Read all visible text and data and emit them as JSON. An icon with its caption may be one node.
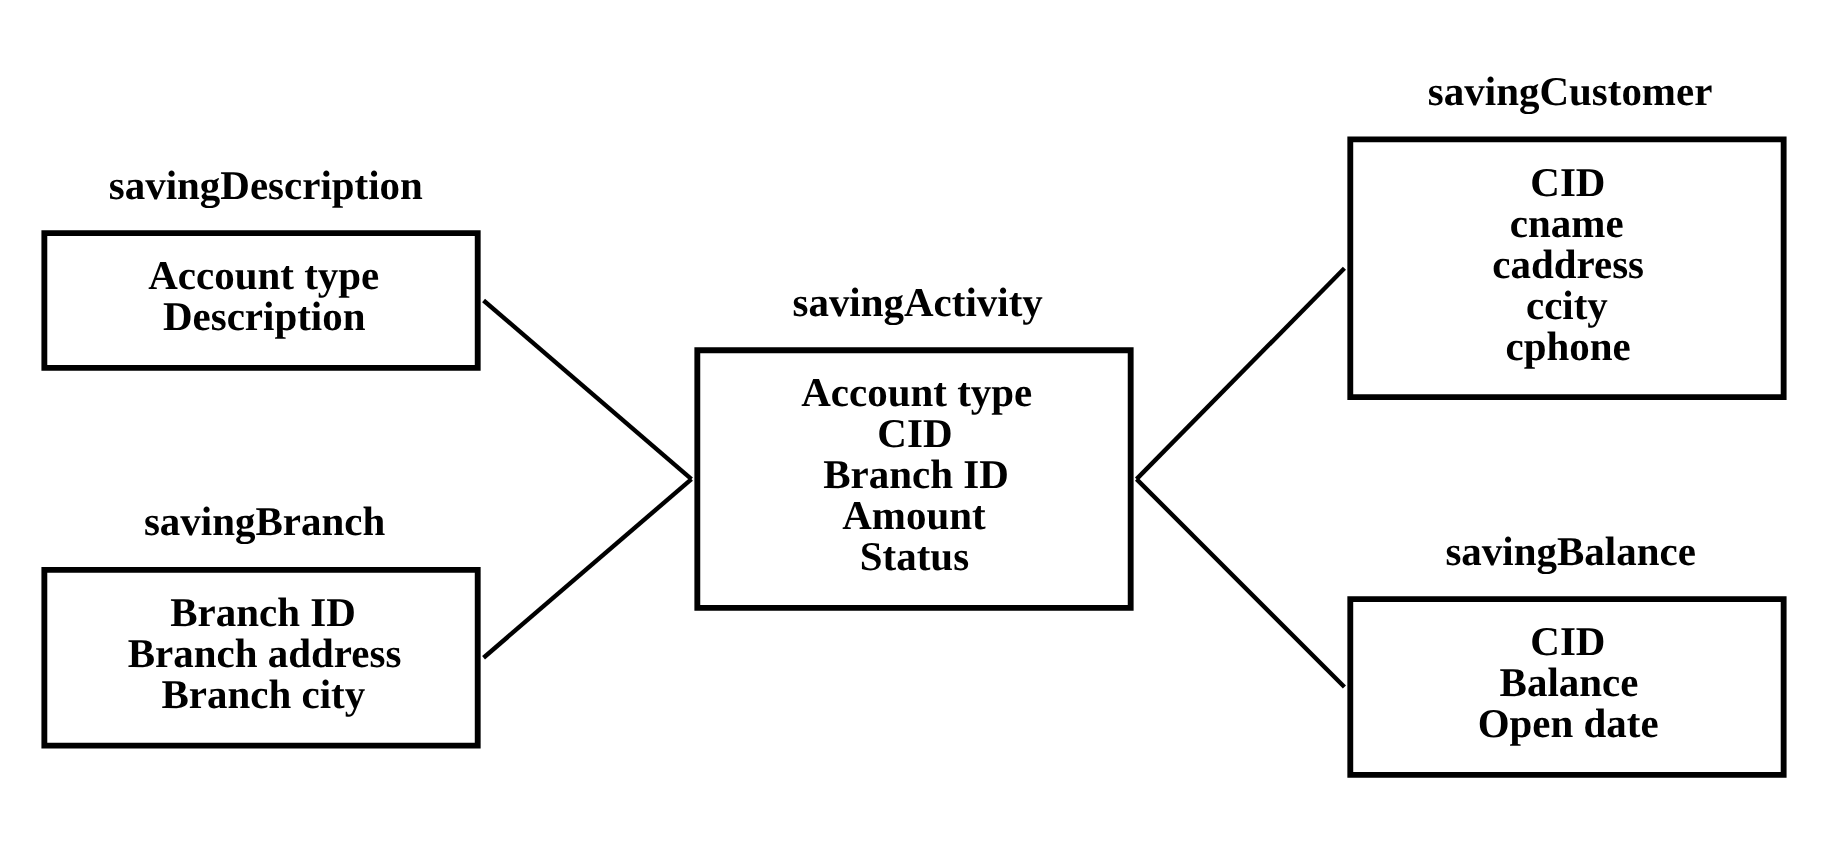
{
  "diagram": {
    "nodes": [
      {
        "text": [
          "savingDescription",
          "Account type",
          "Description"
        ]
      },
      {
        "text": [
          "savingActivity",
          "Account type",
          "CID",
          "Branch ID",
          "Amount",
          "Status"
        ]
      },
      {
        "text": [
          "savingCustomer",
          "CID",
          "cname",
          "caddress",
          "ccity",
          "cphone"
        ]
      },
      {
        "text": [
          "savingBranch",
          "Branch ID",
          "Branch address",
          "Branch city"
        ]
      },
      {
        "text": [
          "savingBalance",
          "CID",
          "Balance",
          "Open date"
        ]
      }
    ],
    "edges": [
      {
        "from": 0,
        "to": 1,
        "arrow": "none"
      },
      {
        "from": 3,
        "to": 1,
        "arrow": "none"
      },
      {
        "from": 1,
        "to": 2,
        "arrow": "none"
      },
      {
        "from": 1,
        "to": 4,
        "arrow": "none"
      }
    ]
  }
}
